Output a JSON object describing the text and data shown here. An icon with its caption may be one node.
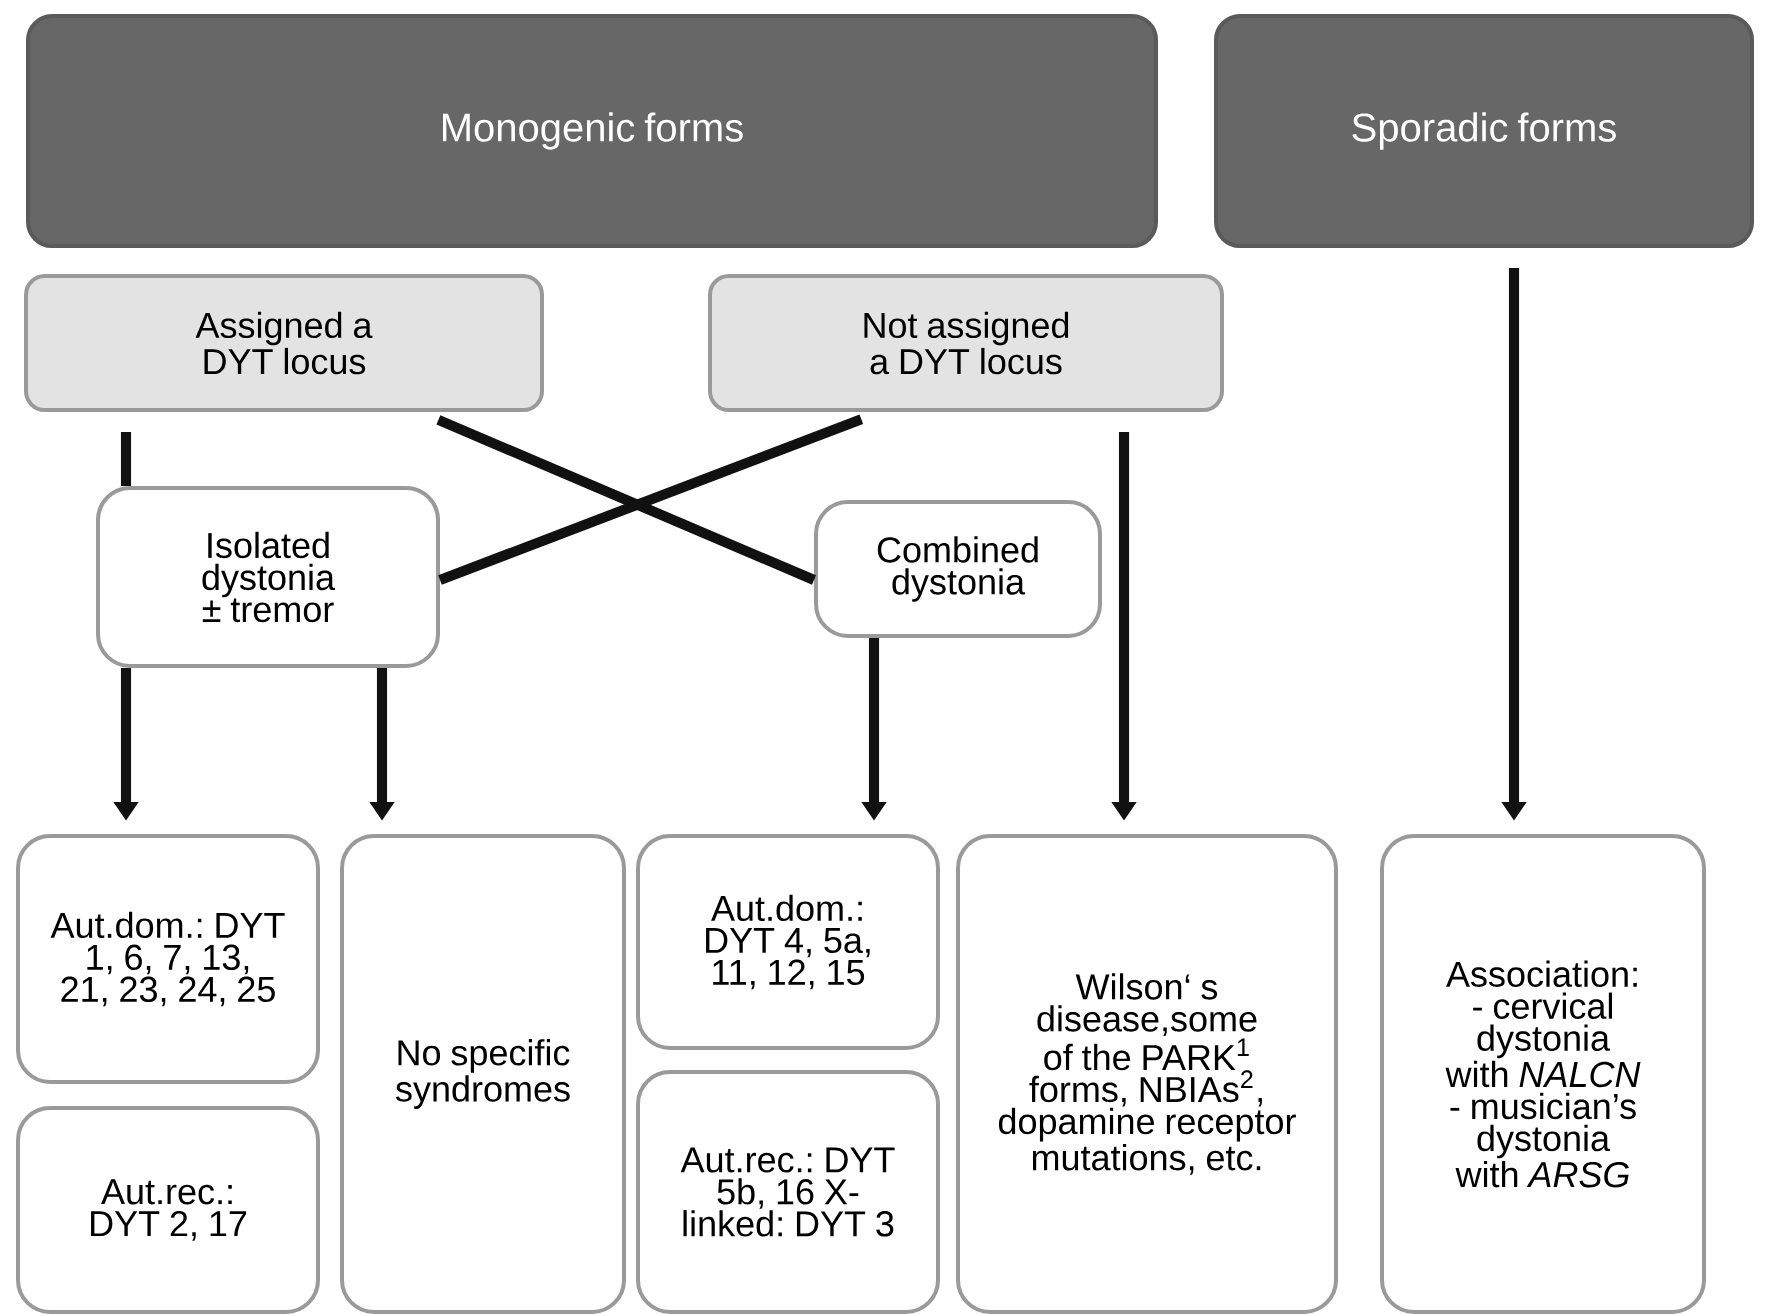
{
  "diagram": {
    "nodes": [
      {
        "text": [
          "Monogenic forms"
        ]
      },
      {
        "text": [
          "Sporadic forms"
        ]
      },
      {
        "text": [
          "Assigned a DYT locus"
        ]
      },
      {
        "text": [
          "Not assigned a DYT locus"
        ]
      },
      {
        "text": [
          "Isolated dystonia ± tremor"
        ]
      },
      {
        "text": [
          "Combined dystonia"
        ]
      },
      {
        "text": [
          "Aut.dom.: DYT 1, 6, 7, 13, 21, 23, 24, 25"
        ]
      },
      {
        "text": [
          "Aut.rec.: DYT 2, 17"
        ]
      },
      {
        "text": [
          "No specific syndromes"
        ]
      },
      {
        "text": [
          "Aut.dom.: DYT 4, 5a, 11, 12, 15"
        ]
      },
      {
        "text": [
          "Aut.rec.: DYT 5b, 16 X-linked: DYT 3"
        ]
      },
      {
        "text": [
          "Wilson‘ s disease,some of the PARK$^{1}$ forms, NBIAs$^{2}$, dopamine receptor mutations, etc."
        ]
      },
      {
        "text": [
          "Association: - cervical dystonia with *NALCN* - musician’s dystonia with *ARSG*"
        ]
      }
    ],
    "edges": [
      {
        "from": 2,
        "to": 4,
        "arrow": "none"
      },
      {
        "from": 2,
        "to": 5,
        "arrow": "none"
      },
      {
        "from": 3,
        "to": 4,
        "arrow": "none"
      },
      {
        "from": 3,
        "to": 11,
        "arrow": "to"
      },
      {
        "from": 1,
        "to": 12,
        "arrow": "to"
      },
      {
        "from": 4,
        "to": 6,
        "arrow": "to"
      },
      {
        "from": 4,
        "to": 8,
        "arrow": "to"
      },
      {
        "from": 5,
        "to": 9,
        "arrow": "to"
      }
    ]
  }
}
